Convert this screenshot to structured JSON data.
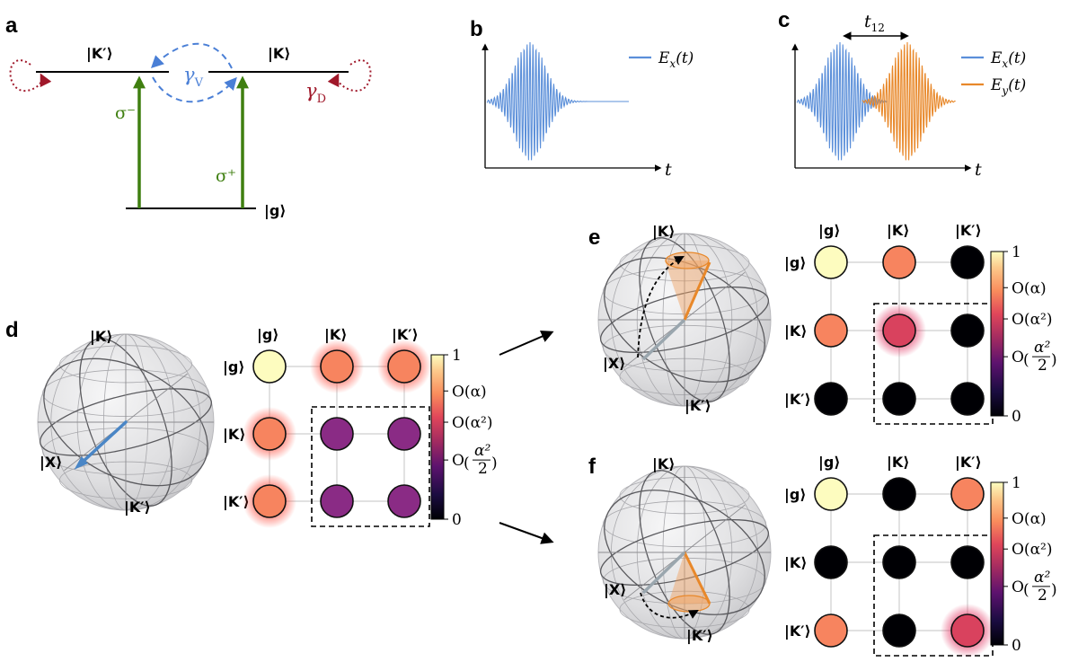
{
  "panels": {
    "a": {
      "label": "a",
      "ket_kp": "|K′⟩",
      "ket_k": "|K⟩",
      "ket_g": "|g⟩",
      "gamma_v": "γ",
      "gamma_v_sub": "V",
      "gamma_d": "γ",
      "gamma_d_sub": "D",
      "sigma_minus": "σ⁻",
      "sigma_plus": "σ⁺",
      "colors": {
        "blue": "#4a7fd6",
        "red": "#a0182a",
        "green": "#3f7f10"
      }
    },
    "b": {
      "label": "b",
      "legend": "Ex(t)",
      "axis_t": "t",
      "color": "#5b8fd9"
    },
    "c": {
      "label": "c",
      "delay": "t12",
      "legend_x": "Ex(t)",
      "legend_y": "Ey(t)",
      "axis_t": "t",
      "color_x": "#5b8fd9",
      "color_y": "#e8882a"
    },
    "d": {
      "label": "d",
      "sphere_top": "|K⟩",
      "sphere_left": "|X⟩",
      "sphere_bottom": "|K′⟩"
    },
    "e": {
      "label": "e",
      "sphere_top": "|K⟩",
      "sphere_left": "|X⟩",
      "sphere_bottom": "|K′⟩"
    },
    "f": {
      "label": "f",
      "sphere_top": "|K⟩",
      "sphere_left": "|X⟩",
      "sphere_bottom": "|K′⟩"
    }
  },
  "matrix_labels": [
    "|g⟩",
    "|K⟩",
    "|K′⟩"
  ],
  "matrices": {
    "d": [
      [
        "cream",
        "orange",
        "orange"
      ],
      [
        "orange",
        "purple",
        "purple"
      ],
      [
        "orange",
        "purple",
        "purple"
      ]
    ],
    "e": [
      [
        "cream",
        "orange",
        "black"
      ],
      [
        "orange",
        "pink",
        "black"
      ],
      [
        "black",
        "black",
        "black"
      ]
    ],
    "f": [
      [
        "cream",
        "black",
        "orange"
      ],
      [
        "black",
        "black",
        "black"
      ],
      [
        "orange",
        "black",
        "pink"
      ]
    ]
  },
  "glow": {
    "d": [
      [
        0,
        1
      ],
      [
        0,
        2
      ],
      [
        1,
        0
      ],
      [
        2,
        0
      ]
    ],
    "e": [
      [
        1,
        1
      ]
    ],
    "f": [
      [
        2,
        2
      ]
    ]
  },
  "colorbar": {
    "top": "1",
    "o_alpha": "O(α)",
    "o_alpha2": "O(α²)",
    "o_half": "O",
    "frac_num": "α²",
    "frac_den": "2",
    "bottom": "0"
  },
  "colors": {
    "cream": "#fdfcbf",
    "orange": "#f7845f",
    "purple": "#8a2b85",
    "pink": "#d9425e",
    "black": "#000004"
  }
}
